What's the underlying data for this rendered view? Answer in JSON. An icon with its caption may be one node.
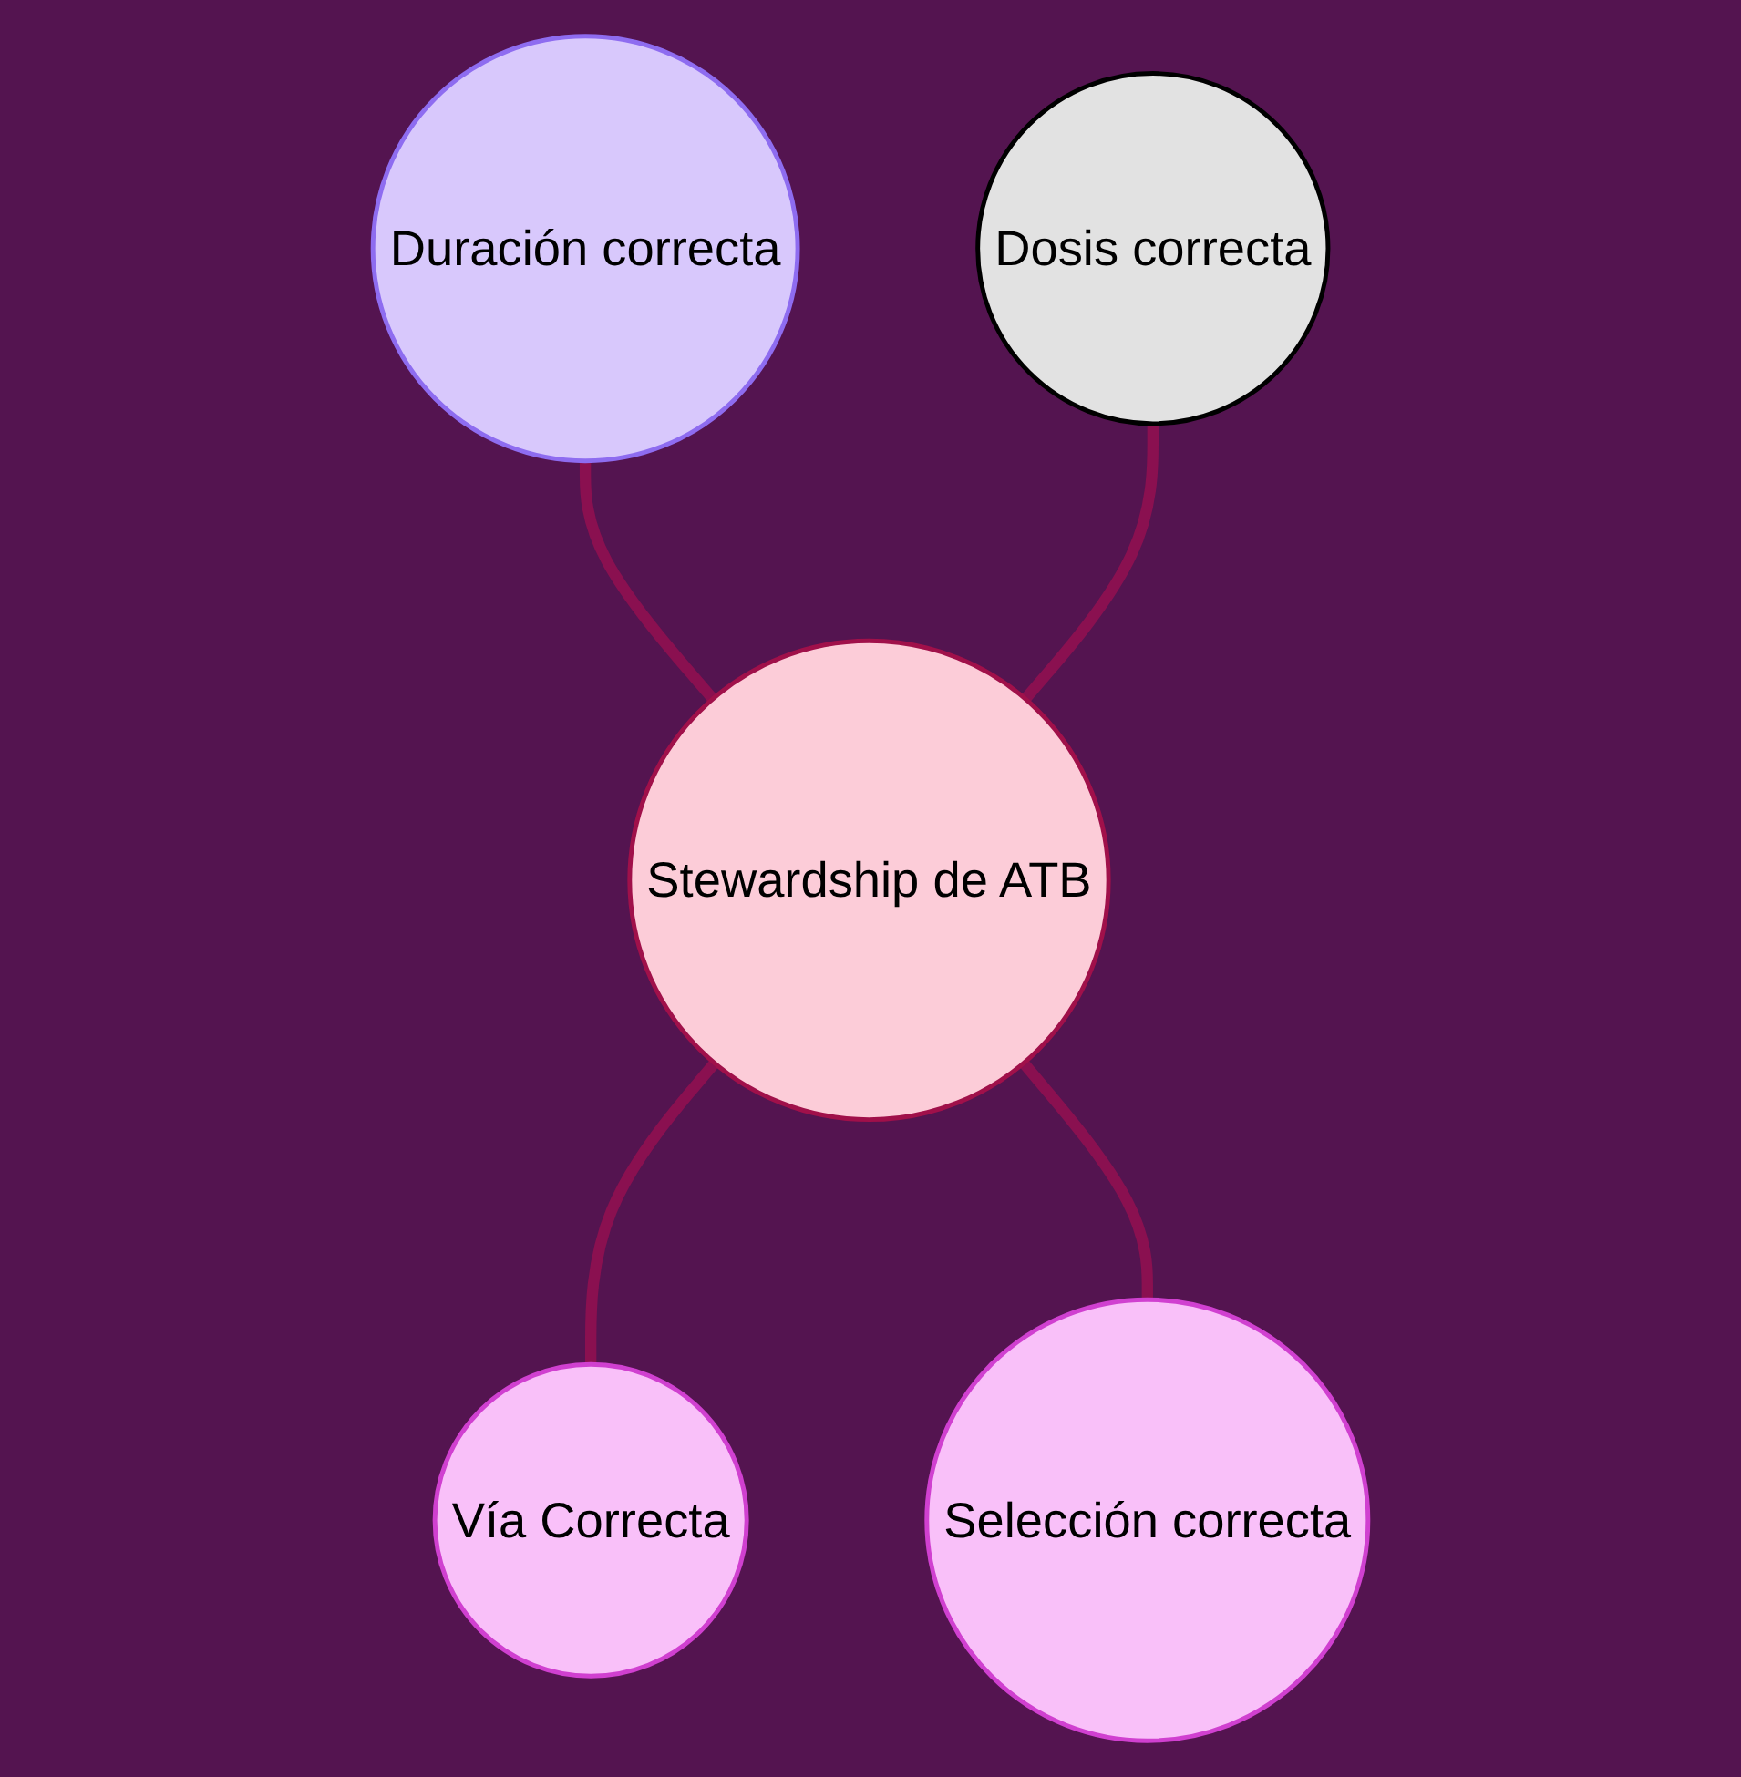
{
  "diagram": {
    "nodes": [
      {
        "text": [
          "Duración correcta"
        ]
      },
      {
        "text": [
          "Dosis correcta"
        ]
      },
      {
        "text": [
          "Stewardship de ATB"
        ]
      },
      {
        "text": [
          "Vía Correcta"
        ]
      },
      {
        "text": [
          "Selección correcta"
        ]
      }
    ],
    "edges": [
      {
        "from": 0,
        "to": 2,
        "arrow": "none"
      },
      {
        "from": 1,
        "to": 2,
        "arrow": "none"
      },
      {
        "from": 2,
        "to": 3,
        "arrow": "none"
      },
      {
        "from": 2,
        "to": 4,
        "arrow": "none"
      }
    ]
  }
}
